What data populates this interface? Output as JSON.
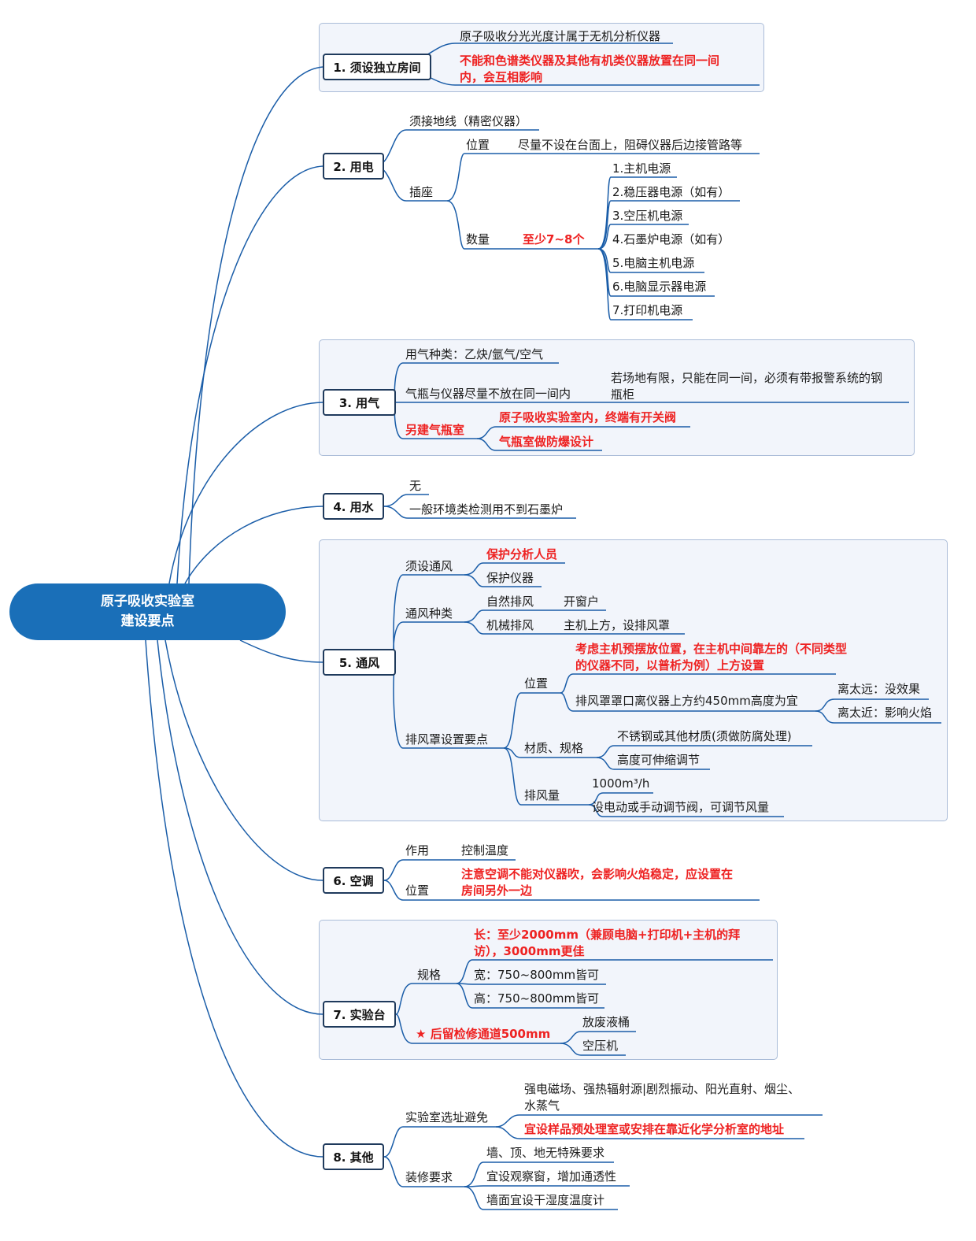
{
  "root": {
    "line1": "原子吸收实验室",
    "line2": "建设要点"
  },
  "b1": {
    "title": "1. 须设独立房间",
    "t1": "原子吸收分光光度计属于无机分析仪器",
    "t2a": "不能和色谱类仪器及其他有机类仪器放置在同一间",
    "t2b": "内，会互相影响"
  },
  "b2": {
    "title": "2. 用电",
    "ground": "须接地线（精密仪器）",
    "socket": "插座",
    "pos": "位置",
    "pos_desc": "尽量不设在台面上，阻碍仪器后边接管路等",
    "qty": "数量",
    "qty_val": "至少7~8个",
    "items": [
      "1.主机电源",
      "2.稳压器电源（如有）",
      "3.空压机电源",
      "4.石墨炉电源（如有）",
      "5.电脑主机电源",
      "6.电脑显示器电源",
      "7.打印机电源"
    ]
  },
  "b3": {
    "title": "3. 用气",
    "types": "用气种类：乙炔/氩气/空气",
    "apart": "气瓶与仪器尽量不放在同一间内",
    "apart_desc_a": "若场地有限，只能在同一间，必须有带报警系统的钢",
    "apart_desc_b": "瓶柜",
    "room": "另建气瓶室",
    "room1": "原子吸收实验室内，终端有开关阀",
    "room2": "气瓶室做防爆设计"
  },
  "b4": {
    "title": "4. 用水",
    "t1": "无",
    "t2": "一般环境类检测用不到石墨炉"
  },
  "b5": {
    "title": "5. 通风",
    "need": "须设通风",
    "need1": "保护分析人员",
    "need2": "保护仪器",
    "kinds": "通风种类",
    "natural": "自然排风",
    "natural_d": "开窗户",
    "mech": "机械排风",
    "mech_d": "主机上方，设排风罩",
    "hood": "排风罩设置要点",
    "hpos": "位置",
    "hpos1a": "考虑主机预摆放位置，在主机中间靠左的（不同类型",
    "hpos1b": "的仪器不同，以普析为例）上方设置",
    "hpos2": "排风罩罩口离仪器上方约450mm高度为宜",
    "far": "离太远：没效果",
    "near": "离太近：影响火焰",
    "mat": "材质、规格",
    "mat1": "不锈钢或其他材质(须做防腐处理)",
    "mat2": "高度可伸缩调节",
    "vol": "排风量",
    "vol1": "1000m³/h",
    "vol2": "设电动或手动调节阀，可调节风量"
  },
  "b6": {
    "title": "6. 空调",
    "use": "作用",
    "use_d": "控制温度",
    "pos": "位置",
    "pos_a": "注意空调不能对仪器吹，会影响火焰稳定，应设置在",
    "pos_b": "房间另外一边"
  },
  "b7": {
    "title": "7. 实验台",
    "spec": "规格",
    "len_a": "长：至少2000mm（兼顾电脑+打印机+主机的拜",
    "len_b": "访），3000mm更佳",
    "width": "宽：750~800mm皆可",
    "height": "高：750~800mm皆可",
    "star": "★",
    "rear": "后留检修通道500mm",
    "rear1": "放废液桶",
    "rear2": "空压机"
  },
  "b8": {
    "title": "8. 其他",
    "site": "实验室选址避免",
    "site1a": "强电磁场、强热辐射源|剧烈振动、阳光直射、烟尘、",
    "site1b": "水蒸气",
    "site2": "宜设样品预处理室或安排在靠近化学分析室的地址",
    "deco": "装修要求",
    "deco1": "墙、顶、地无特殊要求",
    "deco2": "宜设观察窗，增加通透性",
    "deco3": "墙面宜设干湿度温度计"
  },
  "colors": {
    "root": "#1a6fb8",
    "line": "#1a5da8",
    "red": "#ee2222",
    "group_bg": "#f2f5fb",
    "group_border": "#aabcd8"
  }
}
